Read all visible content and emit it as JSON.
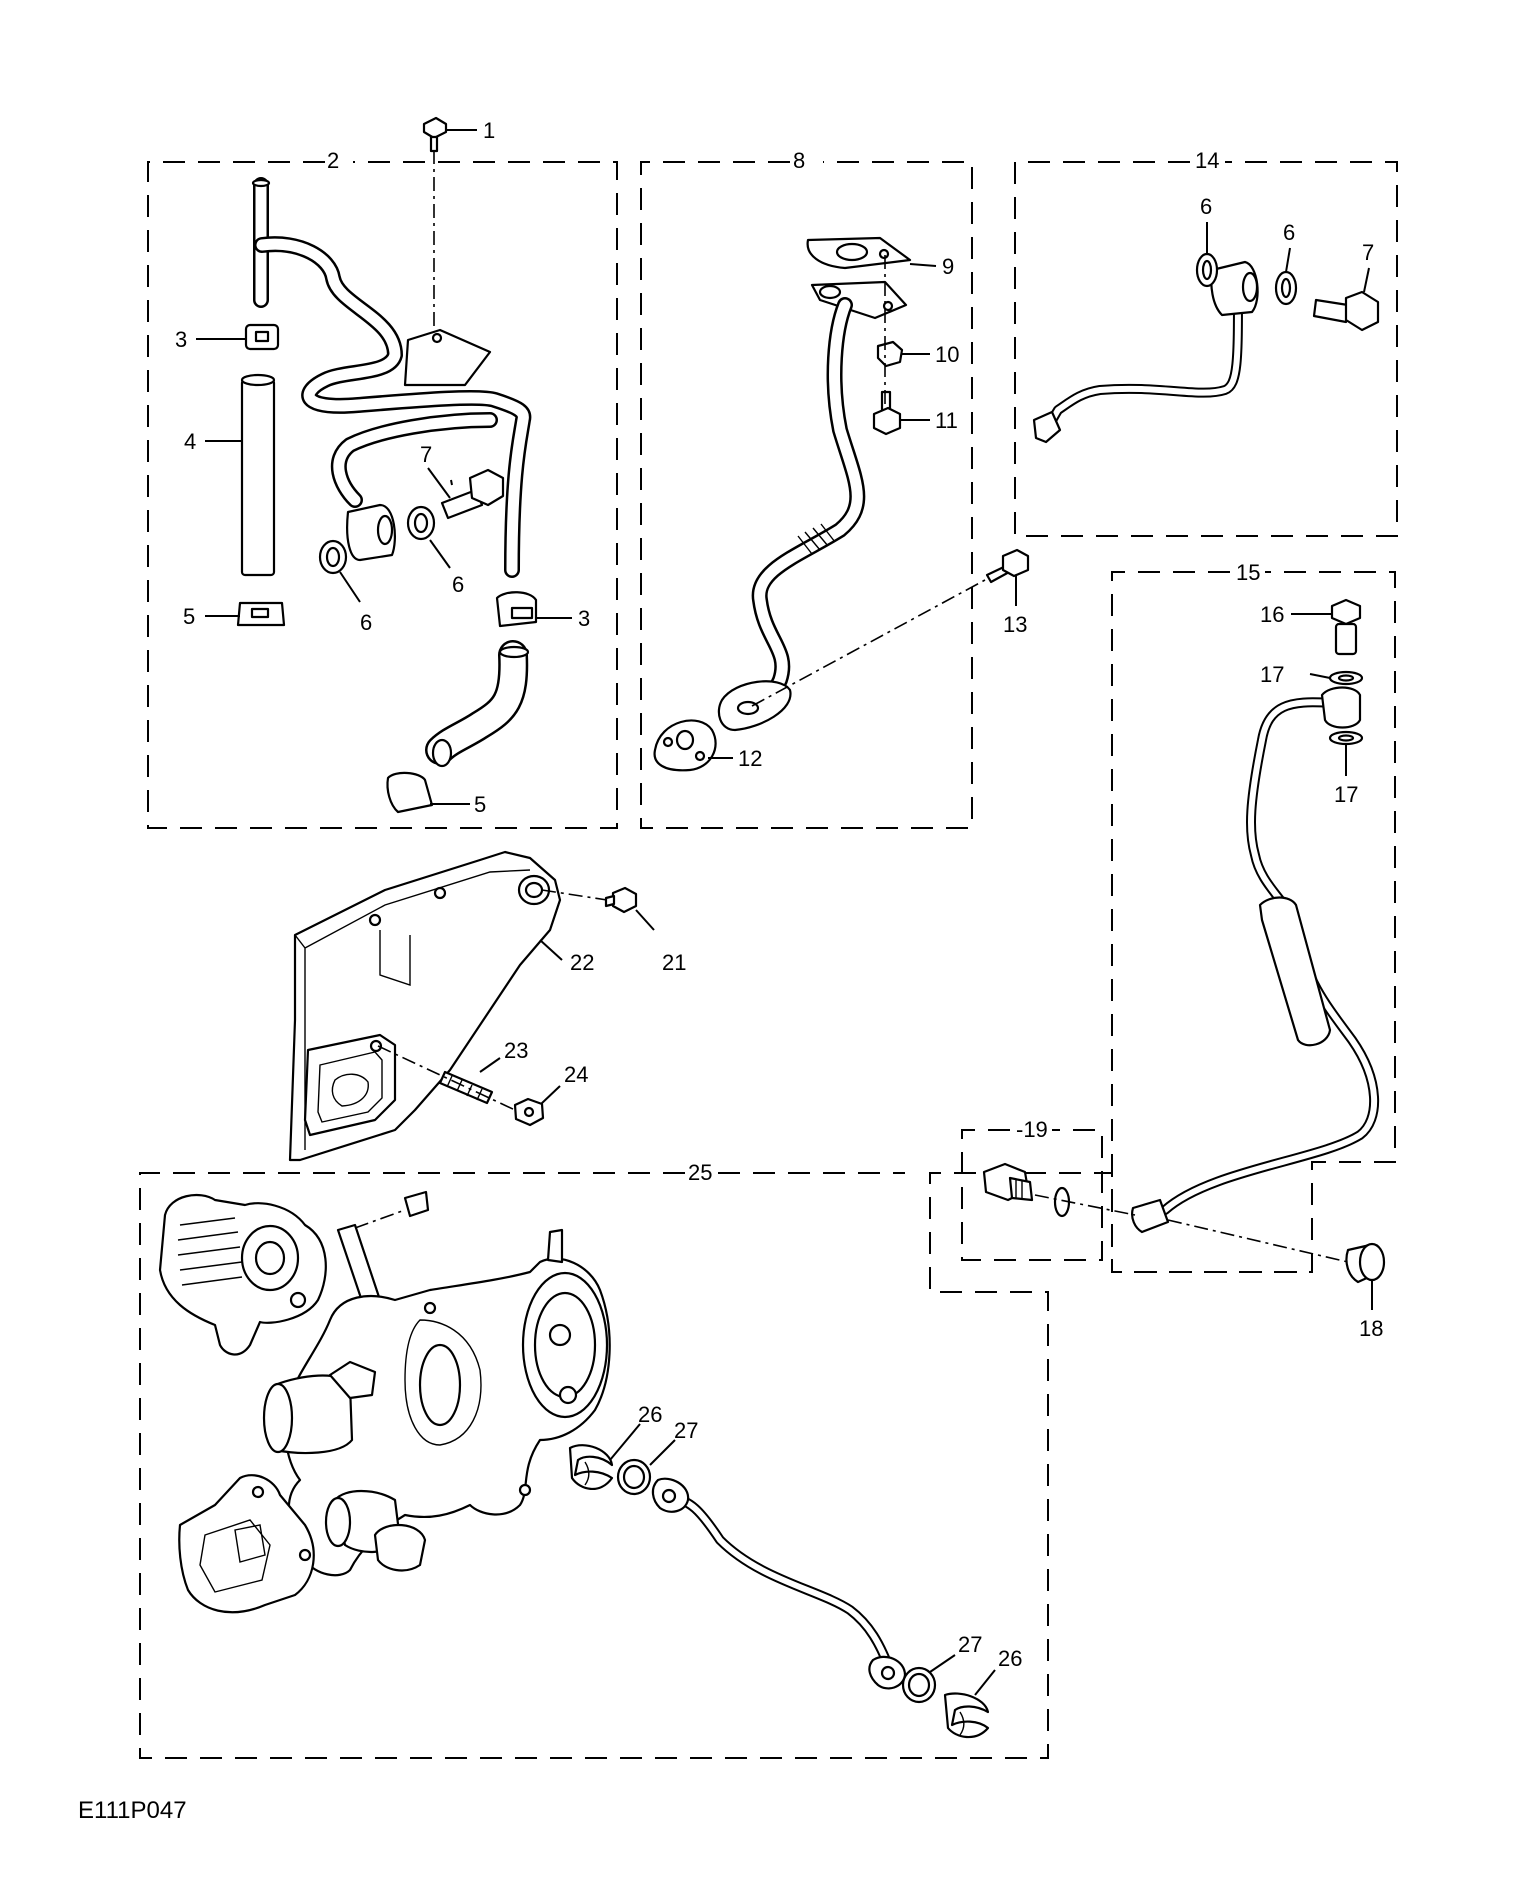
{
  "figure_code": "E111P047",
  "callouts": {
    "c1": "1",
    "c2": "2",
    "c3a": "3",
    "c3b": "3",
    "c4": "4",
    "c5a": "5",
    "c5b": "5",
    "c6a": "6",
    "c6b": "6",
    "c6c": "6",
    "c6d": "6",
    "c7a": "7",
    "c7b": "7",
    "c8": "8",
    "c9": "9",
    "c10": "10",
    "c11": "11",
    "c12": "12",
    "c13": "13",
    "c14": "14",
    "c15": "15",
    "c16": "16",
    "c17a": "17",
    "c17b": "17",
    "c18": "18",
    "c19": "-19",
    "c21": "21",
    "c22": "22",
    "c23": "23",
    "c24": "24",
    "c25": "25",
    "c26a": "26",
    "c26b": "26",
    "c27a": "27",
    "c27b": "27"
  }
}
